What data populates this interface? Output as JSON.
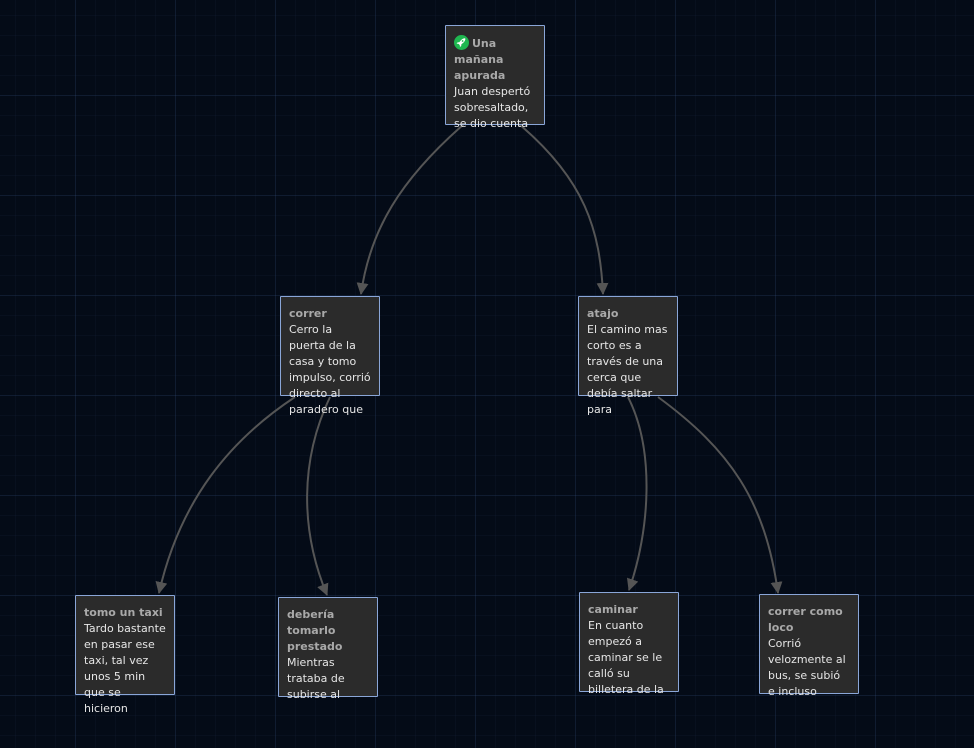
{
  "nodes": {
    "start": {
      "title": "Una mañana apurada",
      "text": "Juan despertó sobresaltado, se dio cuenta",
      "icon": "rocket-icon"
    },
    "correr": {
      "title": "correr",
      "text": "Cerro la puerta de la casa y tomo impulso, corrió directo al paradero que"
    },
    "atajo": {
      "title": "atajo",
      "text": "El camino mas corto es a través de una cerca que debía saltar para"
    },
    "taxi": {
      "title": "tomo un taxi",
      "text": "Tardo bastante en pasar ese taxi, tal vez unos 5 min que se hicieron"
    },
    "prestado": {
      "title": "debería tomarlo prestado",
      "text": "Mientras trataba de subirse al"
    },
    "caminar": {
      "title": "caminar",
      "text": "En cuanto empezó a caminar se le calló su billetera de la"
    },
    "loco": {
      "title": "correr como loco",
      "text": "Corrió velozmente al bus, se subió e incluso"
    }
  },
  "colors": {
    "background": "#040b17",
    "node_fill": "#2b2b2b",
    "node_border": "#8aa6d8",
    "edge": "#555555",
    "start_icon": "#1fb750"
  }
}
